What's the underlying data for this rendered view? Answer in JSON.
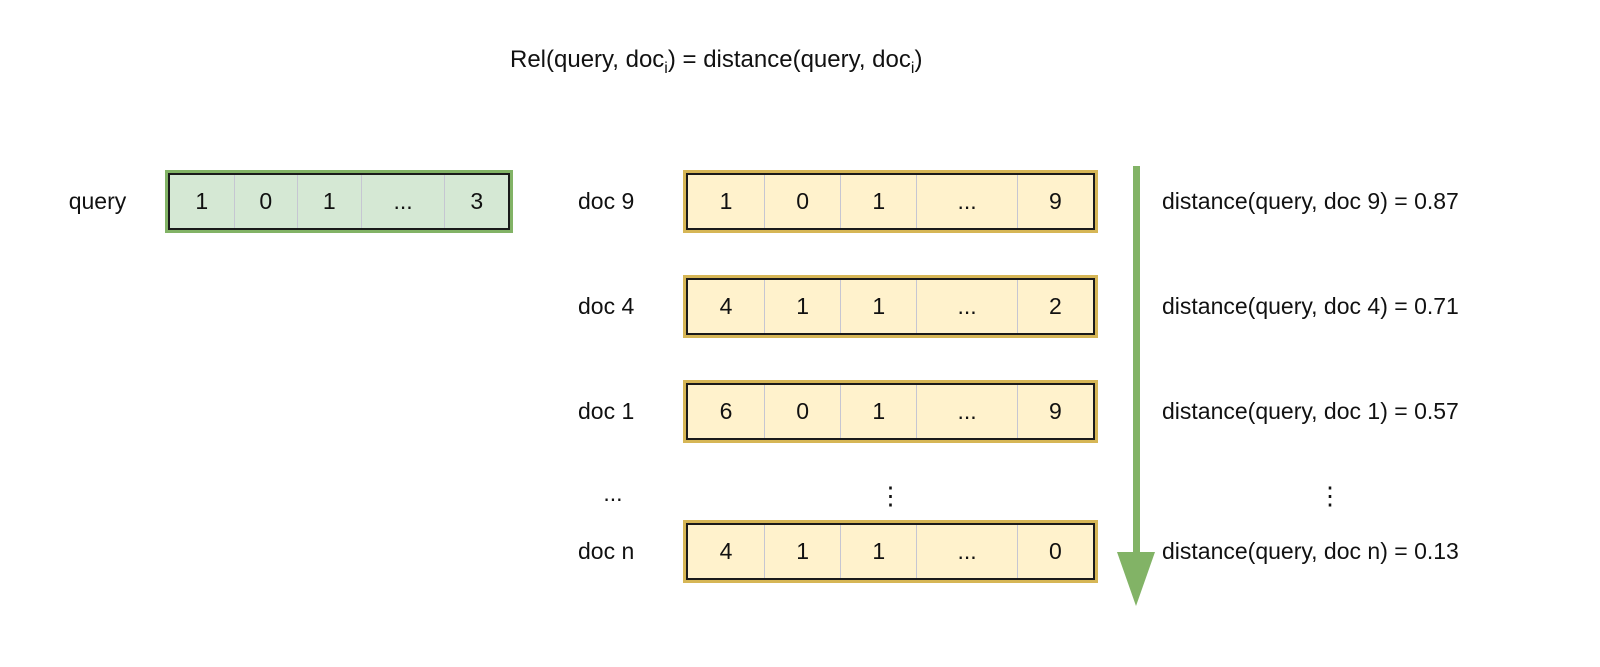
{
  "title": {
    "full": "Rel(query, doc_i) = distance(query, doc_i)",
    "prefix": "Rel(query, doc",
    "sub_i": "i",
    "middle": ") = distance(query, doc",
    "sub_i2": "i",
    "suffix": ")"
  },
  "query_row": {
    "label": "query",
    "cells": [
      "1",
      "0",
      "1",
      "...",
      "3"
    ]
  },
  "doc_rows": [
    {
      "label": "doc 9",
      "cells": [
        "1",
        "0",
        "1",
        "...",
        "9"
      ],
      "distance_text": "distance(query, doc 9) = 0.87"
    },
    {
      "label": "doc 4",
      "cells": [
        "4",
        "1",
        "1",
        "...",
        "2"
      ],
      "distance_text": "distance(query, doc 4) = 0.71"
    },
    {
      "label": "doc 1",
      "cells": [
        "6",
        "0",
        "1",
        "...",
        "9"
      ],
      "distance_text": "distance(query, doc 1) = 0.57"
    },
    {
      "label": "doc n",
      "cells": [
        "4",
        "1",
        "1",
        "...",
        "0"
      ],
      "distance_text": "distance(query, doc n) = 0.13"
    }
  ],
  "ellipsis_row": {
    "label": "...",
    "vector": "⋮",
    "distance": "⋮"
  },
  "colors": {
    "background": "#ffffff",
    "query_fill": "#d5e8d4",
    "query_stroke": "#82b366",
    "doc_fill": "#fff2cc",
    "doc_stroke": "#d6b656",
    "inner_stroke": "#1a1a1a",
    "cell_divider": "#c6c6d2",
    "arrow_green": "#82b366",
    "text": "#111111"
  }
}
